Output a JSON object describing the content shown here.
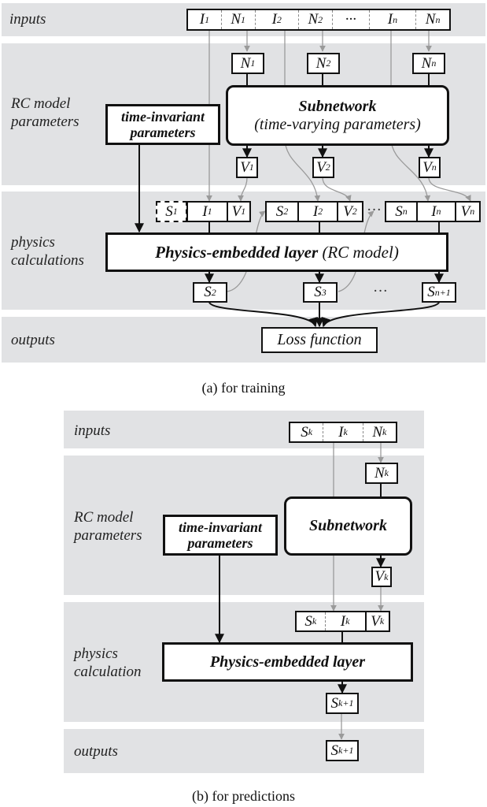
{
  "panel_a": {
    "caption": "(a) for training",
    "lanes": {
      "inputs": "inputs",
      "rc_params": [
        "RC model",
        "parameters"
      ],
      "physics": [
        "physics",
        "calculations"
      ],
      "outputs": "outputs"
    },
    "input_strip": [
      {
        "sym": "I",
        "sub": "1"
      },
      {
        "sym": "N",
        "sub": "1"
      },
      {
        "sym": "I",
        "sub": "2"
      },
      {
        "sym": "N",
        "sub": "2"
      },
      {
        "sym": "···",
        "sub": ""
      },
      {
        "sym": "I",
        "sub": "n"
      },
      {
        "sym": "N",
        "sub": "n"
      }
    ],
    "n_boxes": [
      {
        "sym": "N",
        "sub": "1"
      },
      {
        "sym": "N",
        "sub": "2"
      },
      {
        "sym": "N",
        "sub": "n"
      }
    ],
    "subnetwork": {
      "title": "Subnetwork",
      "subtitle": "(time-varying parameters)"
    },
    "time_invariant": [
      "time-invariant",
      "parameters"
    ],
    "v_boxes": [
      {
        "sym": "V",
        "sub": "1"
      },
      {
        "sym": "V",
        "sub": "2"
      },
      {
        "sym": "V",
        "sub": "n"
      }
    ],
    "state_groups": [
      [
        {
          "sym": "S",
          "sub": "1"
        },
        {
          "sym": "I",
          "sub": "1"
        },
        {
          "sym": "V",
          "sub": "1"
        }
      ],
      [
        {
          "sym": "S",
          "sub": "2"
        },
        {
          "sym": "I",
          "sub": "2"
        },
        {
          "sym": "V",
          "sub": "2"
        }
      ],
      [
        {
          "sym": "S",
          "sub": "n"
        },
        {
          "sym": "I",
          "sub": "n"
        },
        {
          "sym": "V",
          "sub": "n"
        }
      ]
    ],
    "ellipsis": "···",
    "physics_layer": {
      "title": "Physics-embedded layer",
      "suffix": "(RC model)"
    },
    "s_outputs": [
      {
        "sym": "S",
        "sub": "2"
      },
      {
        "sym": "S",
        "sub": "3"
      },
      {
        "sym": "S",
        "sub": "n+1"
      }
    ],
    "loss": "Loss function"
  },
  "panel_b": {
    "caption": "(b) for predictions",
    "lanes": {
      "inputs": "inputs",
      "rc_params": [
        "RC model",
        "parameters"
      ],
      "physics": [
        "physics",
        "calculation"
      ],
      "outputs": "outputs"
    },
    "input_strip": [
      {
        "sym": "S",
        "sub": "k"
      },
      {
        "sym": "I",
        "sub": "k"
      },
      {
        "sym": "N",
        "sub": "k"
      }
    ],
    "n_box": {
      "sym": "N",
      "sub": "k"
    },
    "subnetwork": "Subnetwork",
    "time_invariant": [
      "time-invariant",
      "parameters"
    ],
    "v_box": {
      "sym": "V",
      "sub": "k"
    },
    "state_strip": [
      {
        "sym": "S",
        "sub": "k"
      },
      {
        "sym": "I",
        "sub": "k"
      },
      {
        "sym": "V",
        "sub": "k"
      }
    ],
    "physics_layer": "Physics-embedded layer",
    "s_next": {
      "sym": "S",
      "sub": "k+1"
    },
    "output": {
      "sym": "S",
      "sub": "k+1"
    }
  },
  "colors": {
    "band": "#e1e2e4",
    "stroke": "#111111",
    "gray_wire": "#9a9a9a"
  }
}
